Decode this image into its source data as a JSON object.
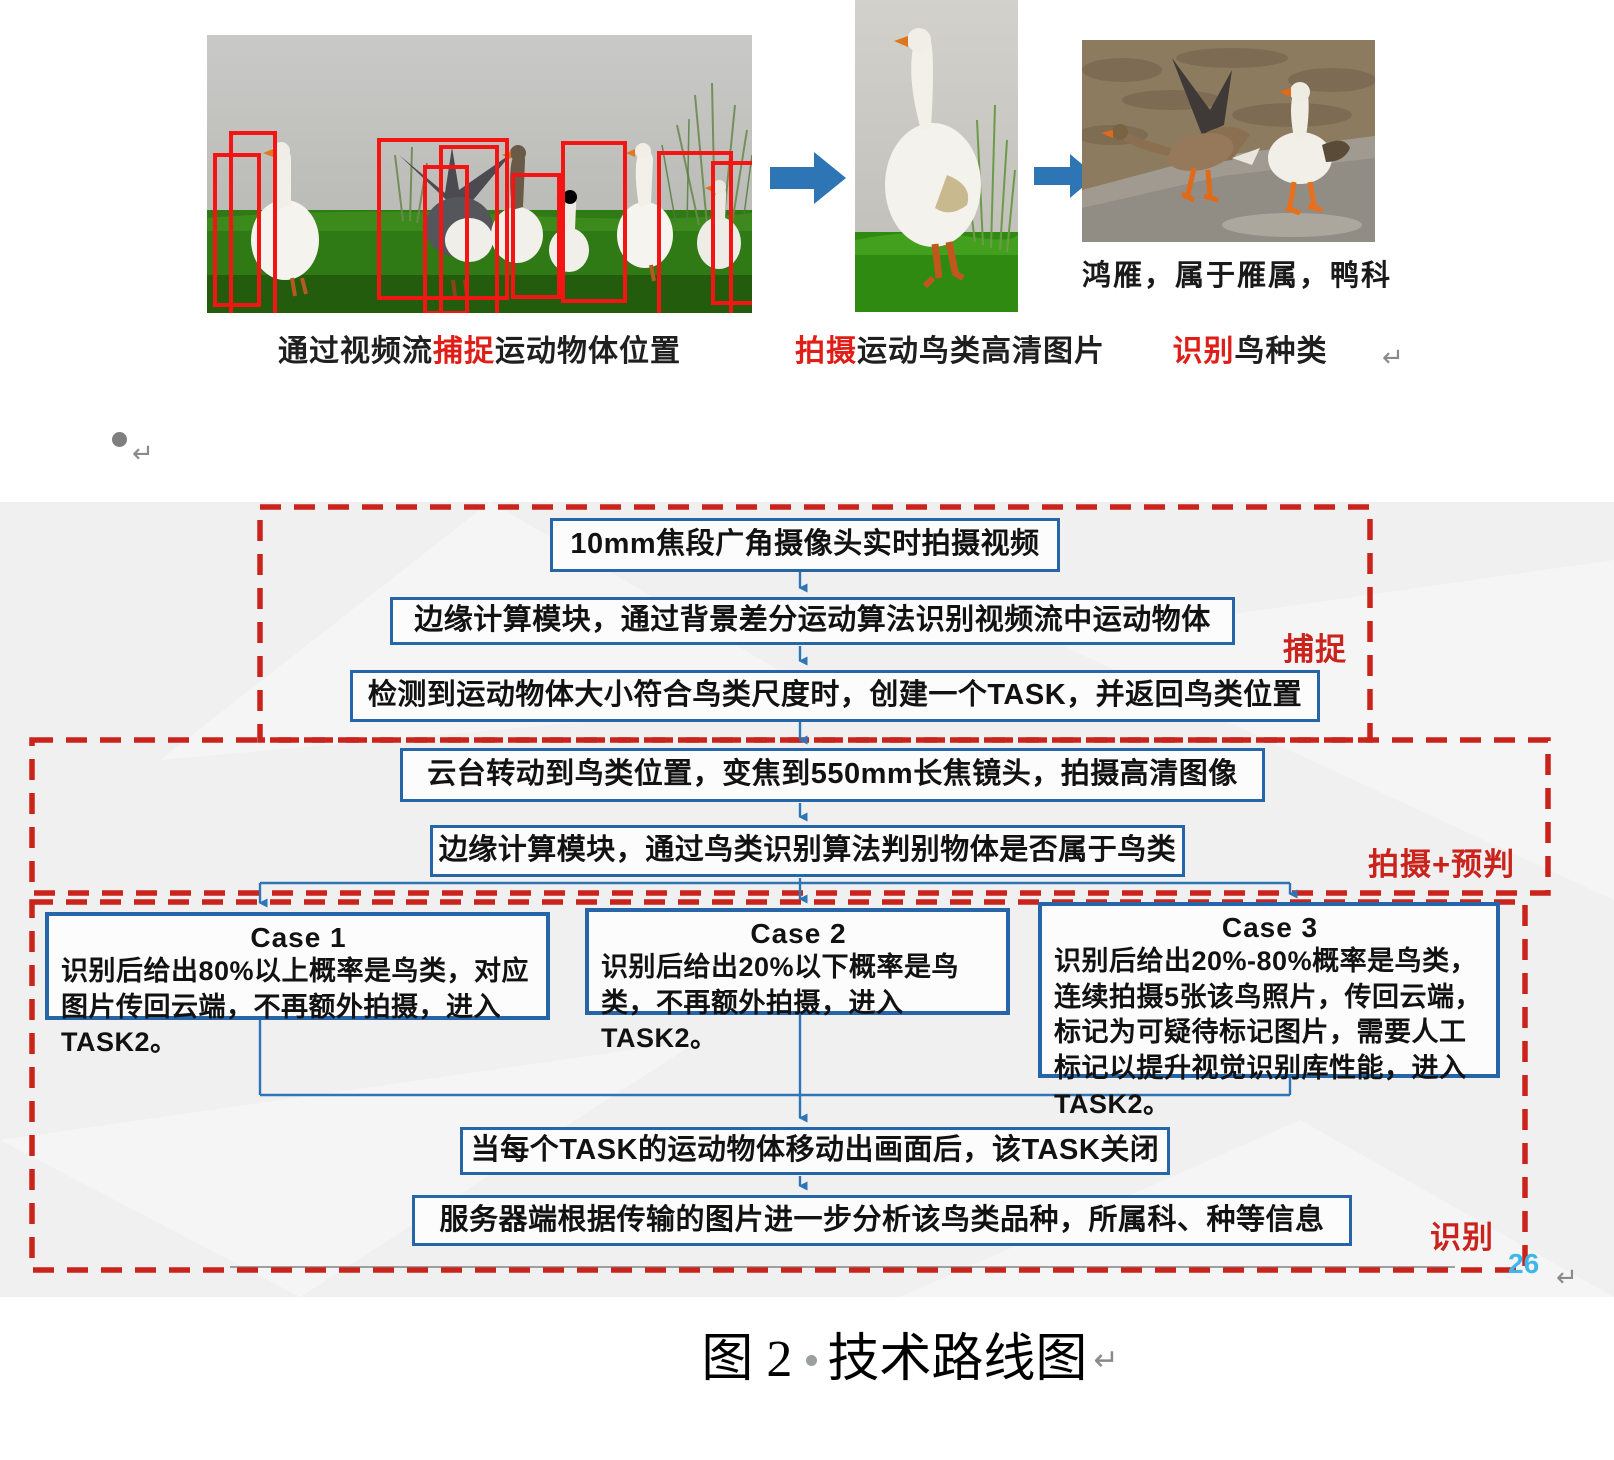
{
  "top_row": {
    "photo1_caption": {
      "pre": "通过视频流",
      "em": "捕捉",
      "post": "运动物体位置"
    },
    "photo2_caption": {
      "pre": "",
      "em": "拍摄",
      "post": "运动鸟类高清图片"
    },
    "photo3_caption": {
      "pre": "",
      "em": "识别",
      "post": "鸟种类"
    },
    "species_label": "鸿雁，属于雁属，鸭科",
    "paragraph_mark": "↵"
  },
  "flowchart": {
    "stage_labels": {
      "capture": "捕捉",
      "shoot_predict": "拍摄+预判",
      "recognize": "识别"
    },
    "steps": {
      "step1": "10mm焦段广角摄像头实时拍摄视频",
      "step2": "边缘计算模块，通过背景差分运动算法识别视频流中运动物体",
      "step3": "检测到运动物体大小符合鸟类尺度时，创建一个TASK，并返回鸟类位置",
      "step4": "云台转动到鸟类位置，变焦到550mm长焦镜头，拍摄高清图像",
      "step5": "边缘计算模块，通过鸟类识别算法判别物体是否属于鸟类",
      "step_close": "当每个TASK的运动物体移动出画面后，该TASK关闭",
      "step_server": "服务器端根据传输的图片进一步分析该鸟类品种，所属科、种等信息"
    },
    "cases": {
      "case1": {
        "title": "Case 1",
        "body": "识别后给出80%以上概率是鸟类，对应图片传回云端，不再额外拍摄，进入TASK2。"
      },
      "case2": {
        "title": "Case 2",
        "body": "识别后给出20%以下概率是鸟类，不再额外拍摄，进入TASK2。"
      },
      "case3": {
        "title": "Case 3",
        "body": "识别后给出20%-80%概率是鸟类，连续拍摄5张该鸟照片，传回云端，标记为可疑待标记图片，需要人工标记以提升视觉识别库性能，进入TASK2。"
      }
    },
    "page_number": "26"
  },
  "figure_caption": {
    "label": "图 2",
    "title": "技术路线图"
  },
  "colors": {
    "dashed_red": "#c9231c",
    "accent_blue": "#2e75b6",
    "box_border_blue": "#2565a8",
    "page_number_blue": "#3fb7e8",
    "highlight_red": "#e01e17",
    "band_gray": "#f0f0f1",
    "bbox_red": "#f31414"
  }
}
